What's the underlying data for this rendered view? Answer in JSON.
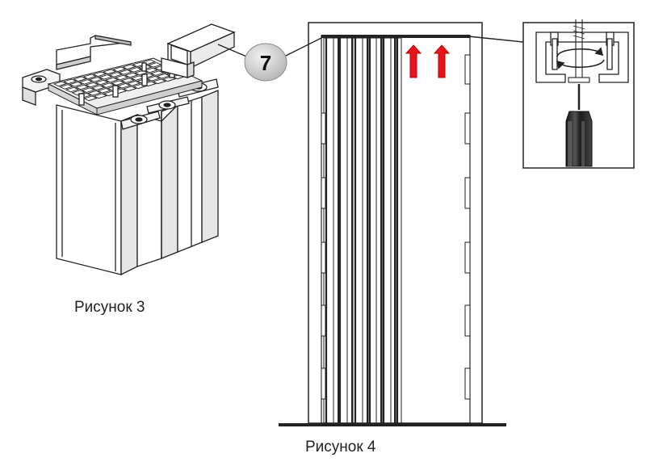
{
  "figures": {
    "figure3": {
      "caption": "Рисунок 3"
    },
    "figure4": {
      "caption": "Рисунок 4"
    }
  },
  "callout": {
    "step_number": "7"
  },
  "colors": {
    "arrow_red": "#e8141b",
    "line": "#222222",
    "badge_fill": "#d9d9d9",
    "screwdriver_handle": "#2b2b2b"
  },
  "icons": {
    "push_arrow": "big-push-arrow-icon",
    "rotate": "rotate-icon",
    "screwdriver": "screwdriver-icon",
    "up_arrows": "red-up-arrow-icon"
  }
}
